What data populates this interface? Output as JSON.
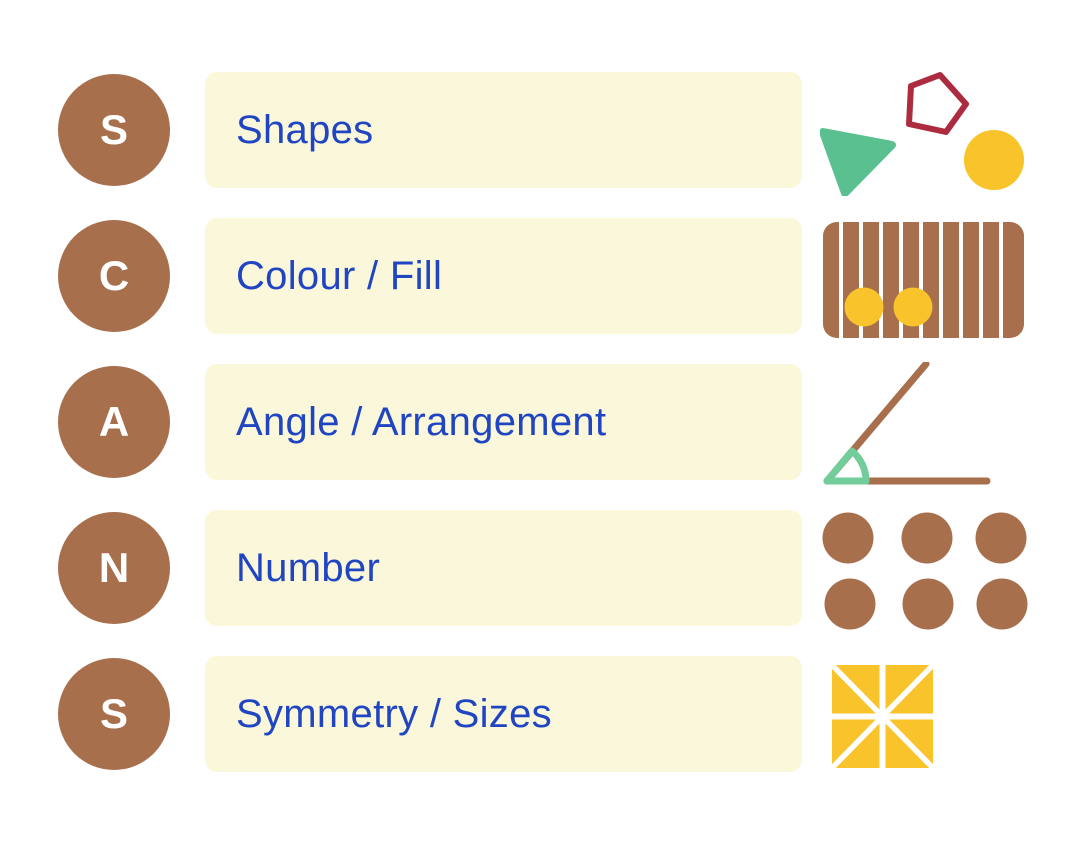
{
  "theme": {
    "background": "#FFFFFF",
    "brown": "#A76F4C",
    "cream": "#FAF7DB",
    "blue": "#2045C2",
    "green": "#5BC08F",
    "green_light": "#72CD9B",
    "red": "#AC2B3F",
    "yellow": "#F9C32B",
    "white": "#FFFFFF"
  },
  "rows": [
    {
      "letter": "S",
      "label": "Shapes",
      "icon": "shapes-icon"
    },
    {
      "letter": "C",
      "label": "Colour / Fill",
      "icon": "colour-fill-icon"
    },
    {
      "letter": "A",
      "label": "Angle / Arrangement",
      "icon": "angle-arrangement-icon"
    },
    {
      "letter": "N",
      "label": "Number",
      "icon": "number-icon"
    },
    {
      "letter": "S",
      "label": "Symmetry / Sizes",
      "icon": "symmetry-sizes-icon"
    }
  ]
}
